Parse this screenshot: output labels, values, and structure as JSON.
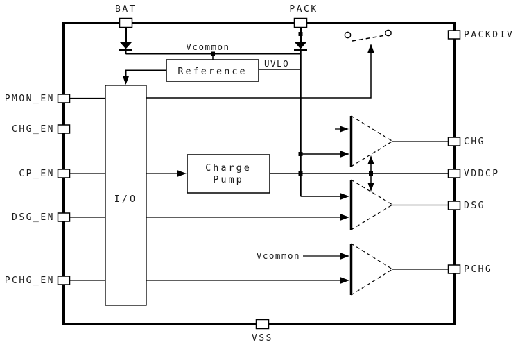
{
  "pins": {
    "top": [
      {
        "label": "BAT"
      },
      {
        "label": "PACK"
      }
    ],
    "left": [
      {
        "label": "PMON_EN"
      },
      {
        "label": "CHG_EN"
      },
      {
        "label": "CP_EN"
      },
      {
        "label": "DSG_EN"
      },
      {
        "label": "PCHG_EN"
      }
    ],
    "right": [
      {
        "label": "PACKDIV"
      },
      {
        "label": "CHG"
      },
      {
        "label": "VDDCP"
      },
      {
        "label": "DSG"
      },
      {
        "label": "PCHG"
      }
    ],
    "bottom": [
      {
        "label": "VSS"
      }
    ]
  },
  "blocks": {
    "reference": {
      "label": "Reference"
    },
    "io": {
      "label": "I/O"
    },
    "charge_pump": {
      "line1": "Charge",
      "line2": "Pump"
    }
  },
  "nets": {
    "vcommon_top": "Vcommon",
    "uvlo": "UVLO",
    "vcommon_pchg": "Vcommon"
  },
  "colors": {
    "line": "#000000",
    "text": "#1b1b1b",
    "background": "#ffffff"
  }
}
